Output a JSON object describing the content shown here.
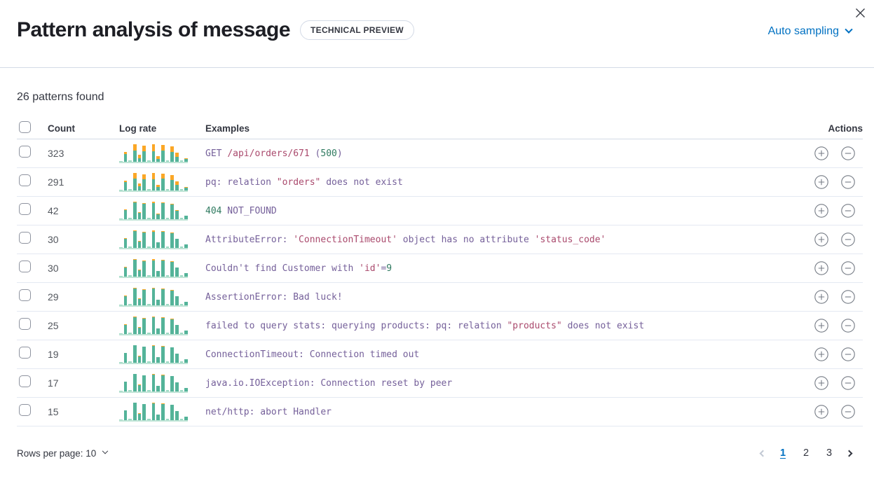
{
  "header": {
    "title": "Pattern analysis of message",
    "badge": "TECHNICAL PREVIEW",
    "sampling_label": "Auto sampling"
  },
  "summary": "26 patterns found",
  "table": {
    "columns": [
      "Count",
      "Log rate",
      "Examples",
      "Actions"
    ],
    "rows": [
      {
        "count": "323",
        "example": [
          {
            "t": "GET ",
            "c": "purple"
          },
          {
            "t": "/api/orders/671",
            "c": "red"
          },
          {
            "t": " (",
            "c": "purple"
          },
          {
            "t": "500",
            "c": "green"
          },
          {
            "t": ")",
            "c": "purple"
          }
        ],
        "bars": [
          [
            4,
            0
          ],
          [
            55,
            12
          ],
          [
            6,
            0
          ],
          [
            100,
            38
          ],
          [
            38,
            20
          ],
          [
            92,
            34
          ],
          [
            7,
            0
          ],
          [
            97,
            38
          ],
          [
            32,
            17
          ],
          [
            95,
            34
          ],
          [
            6,
            0
          ],
          [
            88,
            33
          ],
          [
            52,
            26
          ],
          [
            5,
            0
          ],
          [
            20,
            7
          ]
        ]
      },
      {
        "count": "291",
        "example": [
          {
            "t": "pq: relation ",
            "c": "purple"
          },
          {
            "t": "\"orders\"",
            "c": "red"
          },
          {
            "t": " does not exist",
            "c": "purple"
          }
        ],
        "bars": [
          [
            4,
            0
          ],
          [
            55,
            10
          ],
          [
            6,
            0
          ],
          [
            100,
            33
          ],
          [
            38,
            17
          ],
          [
            92,
            30
          ],
          [
            7,
            0
          ],
          [
            97,
            33
          ],
          [
            32,
            15
          ],
          [
            95,
            30
          ],
          [
            6,
            0
          ],
          [
            88,
            29
          ],
          [
            52,
            22
          ],
          [
            5,
            0
          ],
          [
            20,
            6
          ]
        ]
      },
      {
        "count": "42",
        "example": [
          {
            "t": "404",
            "c": "green"
          },
          {
            "t": " NOT_FOUND",
            "c": "purple"
          }
        ],
        "bars": [
          [
            4,
            0
          ],
          [
            55,
            4
          ],
          [
            6,
            0
          ],
          [
            100,
            6
          ],
          [
            38,
            4
          ],
          [
            92,
            6
          ],
          [
            7,
            0
          ],
          [
            97,
            6
          ],
          [
            32,
            4
          ],
          [
            95,
            6
          ],
          [
            6,
            0
          ],
          [
            88,
            6
          ],
          [
            52,
            4
          ],
          [
            5,
            0
          ],
          [
            20,
            2
          ]
        ]
      },
      {
        "count": "30",
        "example": [
          {
            "t": "AttributeError: ",
            "c": "purple"
          },
          {
            "t": "'ConnectionTimeout'",
            "c": "red"
          },
          {
            "t": " object has no attribute ",
            "c": "purple"
          },
          {
            "t": "'status_code'",
            "c": "red"
          }
        ],
        "bars": [
          [
            4,
            0
          ],
          [
            55,
            3
          ],
          [
            6,
            0
          ],
          [
            100,
            5
          ],
          [
            38,
            3
          ],
          [
            92,
            5
          ],
          [
            7,
            0
          ],
          [
            97,
            5
          ],
          [
            32,
            3
          ],
          [
            95,
            5
          ],
          [
            6,
            0
          ],
          [
            88,
            5
          ],
          [
            52,
            3
          ],
          [
            5,
            0
          ],
          [
            20,
            2
          ]
        ]
      },
      {
        "count": "30",
        "example": [
          {
            "t": "Couldn't find Customer with ",
            "c": "purple"
          },
          {
            "t": "'id'",
            "c": "red"
          },
          {
            "t": "=",
            "c": "purple"
          },
          {
            "t": "9",
            "c": "green"
          }
        ],
        "bars": [
          [
            4,
            0
          ],
          [
            55,
            3
          ],
          [
            6,
            0
          ],
          [
            100,
            5
          ],
          [
            38,
            3
          ],
          [
            92,
            5
          ],
          [
            7,
            0
          ],
          [
            97,
            5
          ],
          [
            32,
            3
          ],
          [
            95,
            5
          ],
          [
            6,
            0
          ],
          [
            88,
            5
          ],
          [
            52,
            3
          ],
          [
            5,
            0
          ],
          [
            20,
            2
          ]
        ]
      },
      {
        "count": "29",
        "example": [
          {
            "t": "AssertionError: Bad luck!",
            "c": "purple"
          }
        ],
        "bars": [
          [
            4,
            0
          ],
          [
            55,
            3
          ],
          [
            6,
            0
          ],
          [
            100,
            4
          ],
          [
            38,
            3
          ],
          [
            92,
            4
          ],
          [
            7,
            0
          ],
          [
            97,
            4
          ],
          [
            32,
            3
          ],
          [
            95,
            4
          ],
          [
            6,
            0
          ],
          [
            88,
            4
          ],
          [
            52,
            3
          ],
          [
            5,
            0
          ],
          [
            20,
            1
          ]
        ]
      },
      {
        "count": "25",
        "example": [
          {
            "t": "failed to query stats: querying products: pq: relation ",
            "c": "purple"
          },
          {
            "t": "\"products\"",
            "c": "red"
          },
          {
            "t": " does not exist",
            "c": "purple"
          }
        ],
        "bars": [
          [
            4,
            0
          ],
          [
            55,
            3
          ],
          [
            6,
            0
          ],
          [
            100,
            4
          ],
          [
            38,
            2
          ],
          [
            92,
            4
          ],
          [
            7,
            0
          ],
          [
            97,
            4
          ],
          [
            32,
            2
          ],
          [
            95,
            4
          ],
          [
            6,
            0
          ],
          [
            88,
            4
          ],
          [
            52,
            3
          ],
          [
            5,
            0
          ],
          [
            20,
            1
          ]
        ]
      },
      {
        "count": "19",
        "example": [
          {
            "t": "ConnectionTimeout: Connection timed out",
            "c": "purple"
          }
        ],
        "bars": [
          [
            4,
            0
          ],
          [
            55,
            2
          ],
          [
            6,
            0
          ],
          [
            100,
            3
          ],
          [
            38,
            2
          ],
          [
            92,
            3
          ],
          [
            7,
            0
          ],
          [
            97,
            3
          ],
          [
            32,
            2
          ],
          [
            95,
            3
          ],
          [
            6,
            0
          ],
          [
            88,
            3
          ],
          [
            52,
            2
          ],
          [
            5,
            0
          ],
          [
            20,
            1
          ]
        ]
      },
      {
        "count": "17",
        "example": [
          {
            "t": "java.io.IOException: Connection reset by peer",
            "c": "purple"
          }
        ],
        "bars": [
          [
            4,
            0
          ],
          [
            55,
            2
          ],
          [
            6,
            0
          ],
          [
            100,
            3
          ],
          [
            38,
            2
          ],
          [
            92,
            3
          ],
          [
            7,
            0
          ],
          [
            97,
            3
          ],
          [
            32,
            2
          ],
          [
            95,
            3
          ],
          [
            6,
            0
          ],
          [
            88,
            3
          ],
          [
            52,
            2
          ],
          [
            5,
            0
          ],
          [
            20,
            1
          ]
        ]
      },
      {
        "count": "15",
        "example": [
          {
            "t": "net/http: abort Handler",
            "c": "purple"
          }
        ],
        "bars": [
          [
            4,
            0
          ],
          [
            55,
            2
          ],
          [
            6,
            0
          ],
          [
            100,
            3
          ],
          [
            38,
            2
          ],
          [
            92,
            3
          ],
          [
            7,
            0
          ],
          [
            97,
            3
          ],
          [
            32,
            2
          ],
          [
            95,
            3
          ],
          [
            6,
            0
          ],
          [
            88,
            3
          ],
          [
            52,
            2
          ],
          [
            5,
            0
          ],
          [
            20,
            1
          ]
        ]
      }
    ]
  },
  "footer": {
    "rows_per_page_label": "Rows per page: 10",
    "pagination": {
      "pages": [
        "1",
        "2",
        "3"
      ],
      "active": "1"
    }
  },
  "colors": {
    "teal": "#54B399",
    "teal_light": "#9CD9C3",
    "orange": "#FBA726",
    "purple": "#75609A",
    "red": "#AA4A6D",
    "green": "#2F7A60",
    "accent_blue": "#0071C2"
  }
}
